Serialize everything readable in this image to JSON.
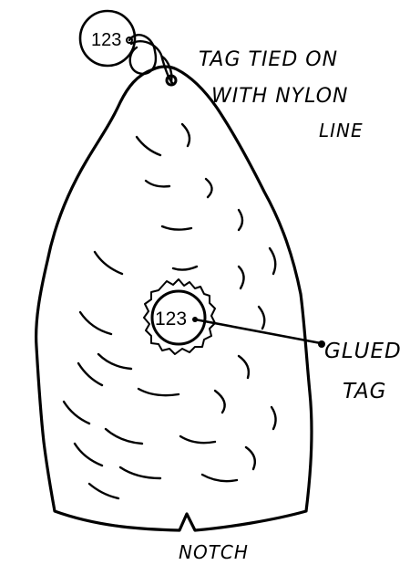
{
  "tag_number_hanging": "123",
  "tag_number_glued": "123",
  "label_hanging_tag": [
    "TAG TIED ON",
    "WITH NYLON",
    "LINE"
  ],
  "label_glued_tag": [
    "GLUED",
    "TAG"
  ],
  "label_notch": "NOTCH",
  "colors": {
    "ink": "#000000",
    "paper": "#ffffff"
  }
}
